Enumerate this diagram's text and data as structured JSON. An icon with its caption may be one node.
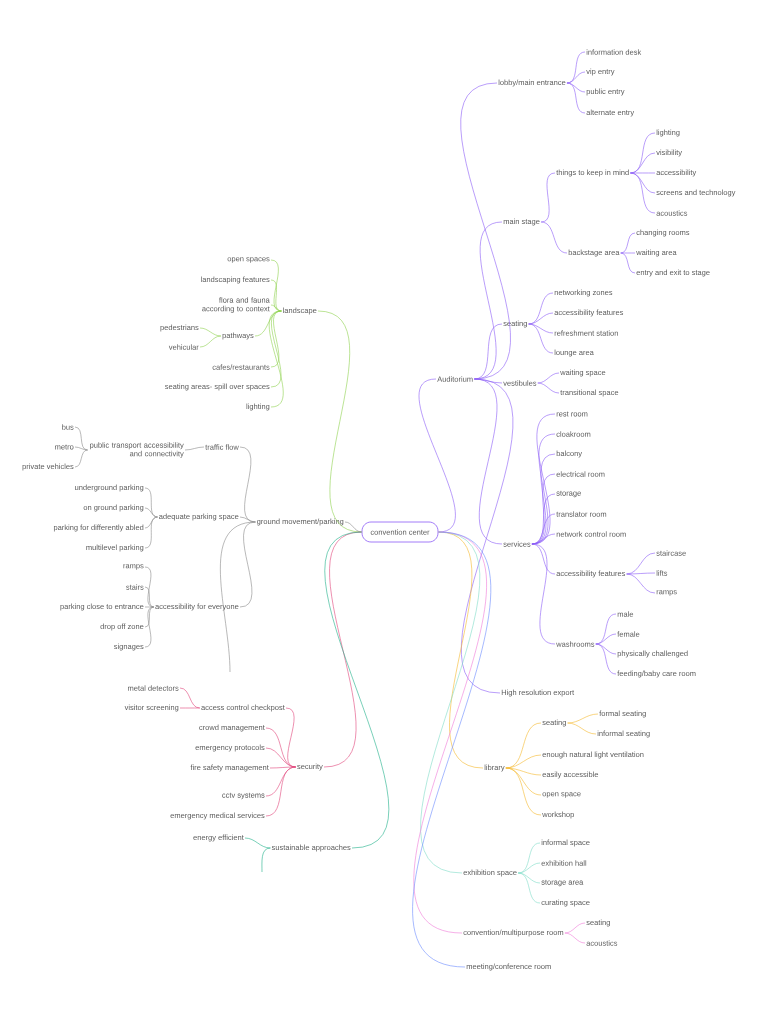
{
  "diagram": {
    "nodes": [
      {
        "text": [
          "convention center"
        ]
      },
      {
        "text": [
          "Auditorium"
        ]
      },
      {
        "text": [
          "lobby/main entrance"
        ]
      },
      {
        "text": [
          "information desk"
        ]
      },
      {
        "text": [
          "vip entry"
        ]
      },
      {
        "text": [
          "public entry"
        ]
      },
      {
        "text": [
          "alternate entry"
        ]
      },
      {
        "text": [
          "main stage"
        ]
      },
      {
        "text": [
          "things to keep in mind"
        ]
      },
      {
        "text": [
          "lighting"
        ]
      },
      {
        "text": [
          "visibility"
        ]
      },
      {
        "text": [
          "accessibility"
        ]
      },
      {
        "text": [
          "screens and technology"
        ]
      },
      {
        "text": [
          "acoustics"
        ]
      },
      {
        "text": [
          "backstage area"
        ]
      },
      {
        "text": [
          "changing rooms"
        ]
      },
      {
        "text": [
          "waiting area"
        ]
      },
      {
        "text": [
          "entry and exit to stage"
        ]
      },
      {
        "text": [
          "seating"
        ]
      },
      {
        "text": [
          "networking zones"
        ]
      },
      {
        "text": [
          "accessibility features"
        ]
      },
      {
        "text": [
          "refreshment station"
        ]
      },
      {
        "text": [
          "lounge area"
        ]
      },
      {
        "text": [
          "vestibules"
        ]
      },
      {
        "text": [
          "waiting space"
        ]
      },
      {
        "text": [
          "transitional space"
        ]
      },
      {
        "text": [
          "services"
        ]
      },
      {
        "text": [
          "rest room"
        ]
      },
      {
        "text": [
          "cloakroom"
        ]
      },
      {
        "text": [
          "balcony"
        ]
      },
      {
        "text": [
          "electrical room"
        ]
      },
      {
        "text": [
          "storage"
        ]
      },
      {
        "text": [
          "translator room"
        ]
      },
      {
        "text": [
          "network control room"
        ]
      },
      {
        "text": [
          "accessibility features"
        ]
      },
      {
        "text": [
          "staircase"
        ]
      },
      {
        "text": [
          "lifts"
        ]
      },
      {
        "text": [
          "ramps"
        ]
      },
      {
        "text": [
          "washrooms"
        ]
      },
      {
        "text": [
          "male"
        ]
      },
      {
        "text": [
          "female"
        ]
      },
      {
        "text": [
          "physically challenged"
        ]
      },
      {
        "text": [
          "feeding/baby care room"
        ]
      },
      {
        "text": [
          "High resolution export"
        ]
      },
      {
        "text": [
          "library"
        ]
      },
      {
        "text": [
          "seating"
        ]
      },
      {
        "text": [
          "formal seating"
        ]
      },
      {
        "text": [
          "informal seating"
        ]
      },
      {
        "text": [
          "enough natural light ventilation"
        ]
      },
      {
        "text": [
          "easily accessible"
        ]
      },
      {
        "text": [
          "open space"
        ]
      },
      {
        "text": [
          "workshop"
        ]
      },
      {
        "text": [
          "exhibition space"
        ]
      },
      {
        "text": [
          "informal space"
        ]
      },
      {
        "text": [
          "exhibition hall"
        ]
      },
      {
        "text": [
          "storage area"
        ]
      },
      {
        "text": [
          "curating space"
        ]
      },
      {
        "text": [
          "convention/multipurpose room"
        ]
      },
      {
        "text": [
          "seating"
        ]
      },
      {
        "text": [
          "acoustics"
        ]
      },
      {
        "text": [
          "meeting/conference room"
        ]
      },
      {
        "text": [
          "landscape"
        ]
      },
      {
        "text": [
          "open spaces"
        ]
      },
      {
        "text": [
          "landscaping features"
        ]
      },
      {
        "text": [
          "flora and fauna according to context"
        ]
      },
      {
        "text": [
          "pathways"
        ]
      },
      {
        "text": [
          "pedestrians"
        ]
      },
      {
        "text": [
          "vehicular"
        ]
      },
      {
        "text": [
          "cafes/restaurants"
        ]
      },
      {
        "text": [
          "seating areas- spill over spaces"
        ]
      },
      {
        "text": [
          "lighting"
        ]
      },
      {
        "text": [
          "ground movement/parking"
        ]
      },
      {
        "text": [
          "traffic flow"
        ]
      },
      {
        "text": [
          "public transport accessibility and connectivity"
        ]
      },
      {
        "text": [
          "bus"
        ]
      },
      {
        "text": [
          "metro"
        ]
      },
      {
        "text": [
          "private vehicles"
        ]
      },
      {
        "text": [
          "adequate parking space"
        ]
      },
      {
        "text": [
          "underground parking"
        ]
      },
      {
        "text": [
          "on ground parking"
        ]
      },
      {
        "text": [
          "parking for differently abled"
        ]
      },
      {
        "text": [
          "multilevel parking"
        ]
      },
      {
        "text": [
          "accessibility for everyone"
        ]
      },
      {
        "text": [
          "ramps"
        ]
      },
      {
        "text": [
          "stairs"
        ]
      },
      {
        "text": [
          "parking close to entrance"
        ]
      },
      {
        "text": [
          "drop off zone"
        ]
      },
      {
        "text": [
          "signages"
        ]
      },
      {
        "text": [
          "security"
        ]
      },
      {
        "text": [
          "access control checkpost"
        ]
      },
      {
        "text": [
          "metal detectors"
        ]
      },
      {
        "text": [
          "visitor screening"
        ]
      },
      {
        "text": [
          "crowd management"
        ]
      },
      {
        "text": [
          "emergency protocols"
        ]
      },
      {
        "text": [
          "fire safety management"
        ]
      },
      {
        "text": [
          "cctv systems"
        ]
      },
      {
        "text": [
          "emergency medical services"
        ]
      },
      {
        "text": [
          "sustainable approaches"
        ]
      },
      {
        "text": [
          "energy efficient"
        ]
      }
    ],
    "edges": [
      {
        "from": 0,
        "to": 1,
        "arrow": "none"
      },
      {
        "from": 1,
        "to": 2,
        "arrow": "none"
      },
      {
        "from": 2,
        "to": 3,
        "arrow": "none"
      },
      {
        "from": 2,
        "to": 4,
        "arrow": "none"
      },
      {
        "from": 2,
        "to": 5,
        "arrow": "none"
      },
      {
        "from": 2,
        "to": 6,
        "arrow": "none"
      },
      {
        "from": 1,
        "to": 7,
        "arrow": "none"
      },
      {
        "from": 7,
        "to": 8,
        "arrow": "none"
      },
      {
        "from": 8,
        "to": 9,
        "arrow": "none"
      },
      {
        "from": 8,
        "to": 10,
        "arrow": "none"
      },
      {
        "from": 8,
        "to": 11,
        "arrow": "none"
      },
      {
        "from": 8,
        "to": 12,
        "arrow": "none"
      },
      {
        "from": 8,
        "to": 13,
        "arrow": "none"
      },
      {
        "from": 7,
        "to": 14,
        "arrow": "none"
      },
      {
        "from": 14,
        "to": 15,
        "arrow": "none"
      },
      {
        "from": 14,
        "to": 16,
        "arrow": "none"
      },
      {
        "from": 14,
        "to": 17,
        "arrow": "none"
      },
      {
        "from": 1,
        "to": 18,
        "arrow": "none"
      },
      {
        "from": 18,
        "to": 19,
        "arrow": "none"
      },
      {
        "from": 18,
        "to": 20,
        "arrow": "none"
      },
      {
        "from": 18,
        "to": 21,
        "arrow": "none"
      },
      {
        "from": 18,
        "to": 22,
        "arrow": "none"
      },
      {
        "from": 1,
        "to": 23,
        "arrow": "none"
      },
      {
        "from": 23,
        "to": 24,
        "arrow": "none"
      },
      {
        "from": 23,
        "to": 25,
        "arrow": "none"
      },
      {
        "from": 1,
        "to": 26,
        "arrow": "none"
      },
      {
        "from": 26,
        "to": 27,
        "arrow": "none"
      },
      {
        "from": 26,
        "to": 28,
        "arrow": "none"
      },
      {
        "from": 26,
        "to": 29,
        "arrow": "none"
      },
      {
        "from": 26,
        "to": 30,
        "arrow": "none"
      },
      {
        "from": 26,
        "to": 31,
        "arrow": "none"
      },
      {
        "from": 26,
        "to": 32,
        "arrow": "none"
      },
      {
        "from": 26,
        "to": 33,
        "arrow": "none"
      },
      {
        "from": 26,
        "to": 34,
        "arrow": "none"
      },
      {
        "from": 34,
        "to": 35,
        "arrow": "none"
      },
      {
        "from": 34,
        "to": 36,
        "arrow": "none"
      },
      {
        "from": 34,
        "to": 37,
        "arrow": "none"
      },
      {
        "from": 26,
        "to": 38,
        "arrow": "none"
      },
      {
        "from": 38,
        "to": 39,
        "arrow": "none"
      },
      {
        "from": 38,
        "to": 40,
        "arrow": "none"
      },
      {
        "from": 38,
        "to": 41,
        "arrow": "none"
      },
      {
        "from": 38,
        "to": 42,
        "arrow": "none"
      },
      {
        "from": 1,
        "to": 43,
        "arrow": "none"
      },
      {
        "from": 0,
        "to": 44,
        "arrow": "none",
        "color": "#f5b82e"
      },
      {
        "from": 44,
        "to": 45,
        "arrow": "none",
        "color": "#f5b82e"
      },
      {
        "from": 45,
        "to": 46,
        "arrow": "none",
        "color": "#f5b82e"
      },
      {
        "from": 45,
        "to": 47,
        "arrow": "none",
        "color": "#f5b82e"
      },
      {
        "from": 44,
        "to": 48,
        "arrow": "none",
        "color": "#f5b82e"
      },
      {
        "from": 44,
        "to": 49,
        "arrow": "none",
        "color": "#f5b82e"
      },
      {
        "from": 44,
        "to": 50,
        "arrow": "none",
        "color": "#f5b82e"
      },
      {
        "from": 44,
        "to": 51,
        "arrow": "none",
        "color": "#f5b82e"
      },
      {
        "from": 0,
        "to": 52,
        "arrow": "none",
        "color": "#7fdcc8"
      },
      {
        "from": 52,
        "to": 53,
        "arrow": "none",
        "color": "#7fdcc8"
      },
      {
        "from": 52,
        "to": 54,
        "arrow": "none",
        "color": "#7fdcc8"
      },
      {
        "from": 52,
        "to": 55,
        "arrow": "none",
        "color": "#7fdcc8"
      },
      {
        "from": 52,
        "to": 56,
        "arrow": "none",
        "color": "#7fdcc8"
      },
      {
        "from": 0,
        "to": 57,
        "arrow": "none",
        "color": "#f07ad8"
      },
      {
        "from": 57,
        "to": 58,
        "arrow": "none",
        "color": "#f07ad8"
      },
      {
        "from": 57,
        "to": 59,
        "arrow": "none",
        "color": "#f07ad8"
      },
      {
        "from": 0,
        "to": 60,
        "arrow": "none",
        "color": "#6b8cff"
      },
      {
        "from": 0,
        "to": 61,
        "arrow": "none",
        "color": "#8fd14f"
      },
      {
        "from": 61,
        "to": 62,
        "arrow": "none",
        "color": "#8fd14f"
      },
      {
        "from": 61,
        "to": 63,
        "arrow": "none",
        "color": "#8fd14f"
      },
      {
        "from": 61,
        "to": 64,
        "arrow": "none",
        "color": "#8fd14f"
      },
      {
        "from": 61,
        "to": 65,
        "arrow": "none",
        "color": "#8fd14f"
      },
      {
        "from": 65,
        "to": 66,
        "arrow": "none",
        "color": "#8fd14f"
      },
      {
        "from": 65,
        "to": 67,
        "arrow": "none",
        "color": "#8fd14f"
      },
      {
        "from": 61,
        "to": 68,
        "arrow": "none",
        "color": "#8fd14f"
      },
      {
        "from": 61,
        "to": 69,
        "arrow": "none",
        "color": "#8fd14f"
      },
      {
        "from": 61,
        "to": 70,
        "arrow": "none",
        "color": "#8fd14f"
      },
      {
        "from": 0,
        "to": 71,
        "arrow": "none",
        "color": "#8a8a8a"
      },
      {
        "from": 71,
        "to": 72,
        "arrow": "none",
        "color": "#8a8a8a"
      },
      {
        "from": 72,
        "to": 73,
        "arrow": "none",
        "color": "#8a8a8a"
      },
      {
        "from": 73,
        "to": 74,
        "arrow": "none",
        "color": "#8a8a8a"
      },
      {
        "from": 73,
        "to": 75,
        "arrow": "none",
        "color": "#8a8a8a"
      },
      {
        "from": 73,
        "to": 76,
        "arrow": "none",
        "color": "#8a8a8a"
      },
      {
        "from": 71,
        "to": 77,
        "arrow": "none",
        "color": "#8a8a8a"
      },
      {
        "from": 77,
        "to": 78,
        "arrow": "none",
        "color": "#8a8a8a"
      },
      {
        "from": 77,
        "to": 79,
        "arrow": "none",
        "color": "#8a8a8a"
      },
      {
        "from": 77,
        "to": 80,
        "arrow": "none",
        "color": "#8a8a8a"
      },
      {
        "from": 77,
        "to": 81,
        "arrow": "none",
        "color": "#8a8a8a"
      },
      {
        "from": 71,
        "to": 82,
        "arrow": "none",
        "color": "#8a8a8a"
      },
      {
        "from": 82,
        "to": 83,
        "arrow": "none",
        "color": "#8a8a8a"
      },
      {
        "from": 82,
        "to": 84,
        "arrow": "none",
        "color": "#8a8a8a"
      },
      {
        "from": 82,
        "to": 85,
        "arrow": "none",
        "color": "#8a8a8a"
      },
      {
        "from": 82,
        "to": 86,
        "arrow": "none",
        "color": "#8a8a8a"
      },
      {
        "from": 82,
        "to": 87,
        "arrow": "none",
        "color": "#8a8a8a"
      },
      {
        "from": 0,
        "to": 88,
        "arrow": "none",
        "color": "#e0457b"
      },
      {
        "from": 88,
        "to": 89,
        "arrow": "none",
        "color": "#e0457b"
      },
      {
        "from": 89,
        "to": 90,
        "arrow": "none",
        "color": "#e0457b"
      },
      {
        "from": 89,
        "to": 91,
        "arrow": "none",
        "color": "#e0457b"
      },
      {
        "from": 88,
        "to": 92,
        "arrow": "none",
        "color": "#e0457b"
      },
      {
        "from": 88,
        "to": 93,
        "arrow": "none",
        "color": "#e0457b"
      },
      {
        "from": 88,
        "to": 94,
        "arrow": "none",
        "color": "#e0457b"
      },
      {
        "from": 88,
        "to": 95,
        "arrow": "none",
        "color": "#e0457b"
      },
      {
        "from": 88,
        "to": 96,
        "arrow": "none",
        "color": "#e0457b"
      },
      {
        "from": 0,
        "to": 97,
        "arrow": "none",
        "color": "#20b08a"
      },
      {
        "from": 97,
        "to": 98,
        "arrow": "none",
        "color": "#20b08a"
      },
      {
        "from": 71,
        "to": null,
        "arrow": "none",
        "color": "#8a8a8a"
      },
      {
        "from": 97,
        "to": null,
        "arrow": "none",
        "color": "#20b08a"
      }
    ]
  }
}
